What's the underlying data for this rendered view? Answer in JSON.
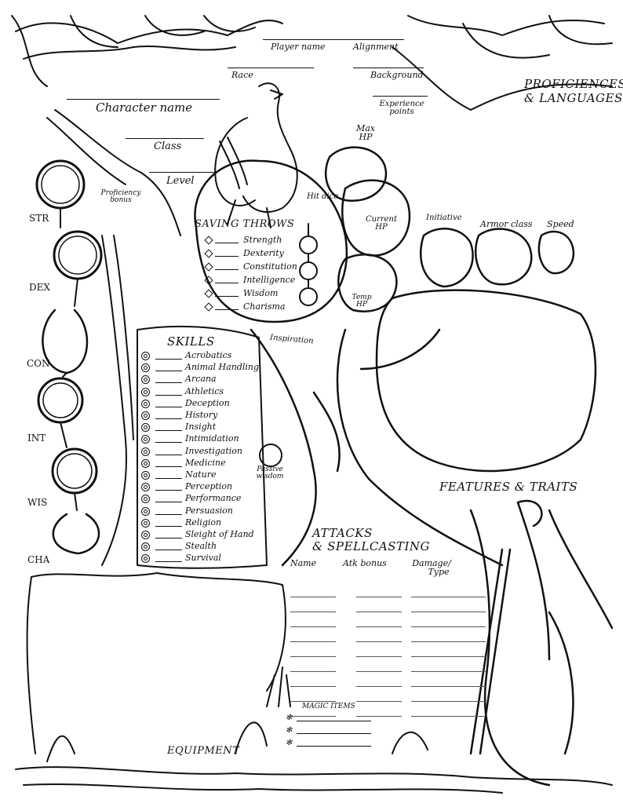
{
  "header": {
    "player_name": "Player name",
    "alignment": "Alignment",
    "race": "Race",
    "background": "Background",
    "character_name": "Character name",
    "class": "Class",
    "level": "Level",
    "experience": [
      "Experience",
      "points"
    ],
    "max_hp": [
      "Max",
      "HP"
    ],
    "hit_dice": "Hit dice",
    "current_hp": [
      "Current",
      "HP"
    ],
    "temp_hp": [
      "Temp",
      "HP"
    ],
    "initiative": "Initiative",
    "armor_class": "Armor class",
    "speed": "Speed",
    "proficiency_bonus": [
      "Proficiency",
      "bonus"
    ],
    "inspiration": "Inspiration",
    "passive_wisdom": [
      "Passive",
      "wisdom"
    ]
  },
  "abilities": [
    "STR",
    "DEX",
    "CON",
    "INT",
    "WIS",
    "CHA"
  ],
  "saving_throws": {
    "title": "SAVING THROWS",
    "items": [
      "Strength",
      "Dexterity",
      "Constitution",
      "Intelligence",
      "Wisdom",
      "Charisma"
    ]
  },
  "skills": {
    "title": "SKILLS",
    "items": [
      "Acrobatics",
      "Animal Handling",
      "Arcana",
      "Athletics",
      "Deception",
      "History",
      "Insight",
      "Intimidation",
      "Investigation",
      "Medicine",
      "Nature",
      "Perception",
      "Performance",
      "Persuasion",
      "Religion",
      "Sleight of Hand",
      "Stealth",
      "Survival"
    ]
  },
  "sections": {
    "proficiencies": [
      "PROFICIENCES",
      "& LANGUAGES"
    ],
    "features": "FEATURES & TRAITS",
    "attacks": [
      "ATTACKS",
      "& SPELLCASTING"
    ],
    "equipment": "EQUIPMENT",
    "magic_items": "MAGIC ITEMS"
  },
  "attacks_columns": {
    "name": "Name",
    "atk_bonus": "Atk bonus",
    "damage": [
      "Damage/",
      "Type"
    ]
  }
}
